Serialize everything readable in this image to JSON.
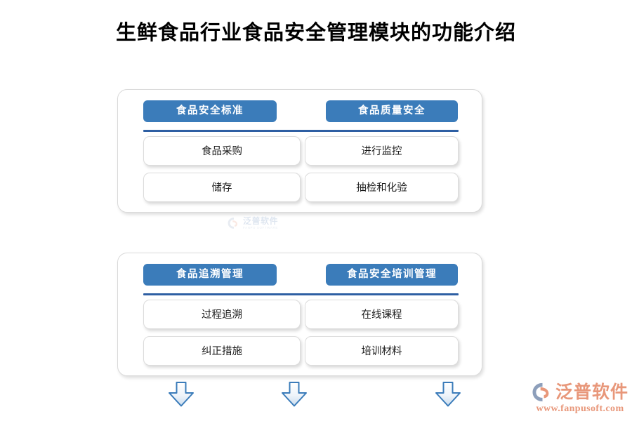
{
  "page": {
    "title": "生鲜食品行业食品安全管理模块的功能介绍",
    "background_color": "#ffffff",
    "accent_color": "#3b7cba",
    "divider_color": "#2e5fa3",
    "brand_color": "#e8977a"
  },
  "cards": [
    {
      "id": "card-food-safety",
      "columns": [
        {
          "header": "食品安全标准",
          "items": [
            "食品采购",
            "储存"
          ]
        },
        {
          "header": "食品质量安全",
          "items": [
            "进行监控",
            "抽检和化验"
          ]
        }
      ]
    },
    {
      "id": "card-traceability-training",
      "columns": [
        {
          "header": "食品追溯管理",
          "items": [
            "过程追溯",
            "纠正措施"
          ]
        },
        {
          "header": "食品安全培训管理",
          "items": [
            "在线课程",
            "培训材料"
          ]
        }
      ]
    }
  ],
  "watermark": {
    "text": "泛普软件",
    "subtext": "FANPU SOFTWARE",
    "icon": "fanpu-logo-mark-icon"
  },
  "arrows": [
    {
      "icon": "arrow-down-icon"
    },
    {
      "icon": "arrow-down-icon"
    },
    {
      "icon": "arrow-down-icon"
    }
  ],
  "brand": {
    "name": "泛普软件",
    "url": "www.fanpusoft.com",
    "icon": "fanpu-logo-mark-icon"
  }
}
